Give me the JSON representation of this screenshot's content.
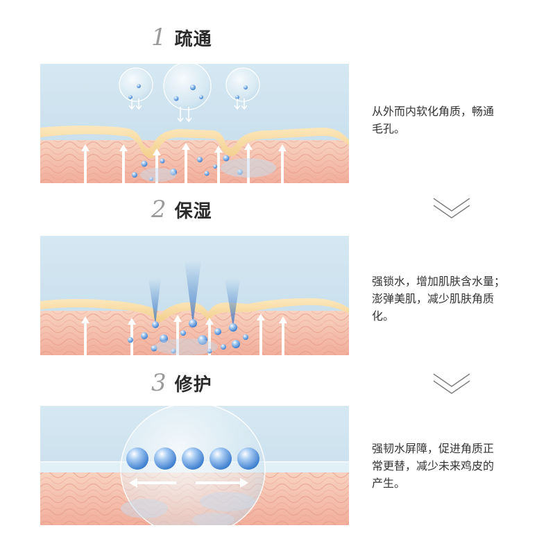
{
  "steps": [
    {
      "number": "1",
      "title": "疏通",
      "description": "从外而内软化角质，畅通\n毛孔。"
    },
    {
      "number": "2",
      "title": "保湿",
      "description": "强锁水，增加肌肤含水量；\n澎弹美肌，减少肌肤角质\n化。"
    },
    {
      "number": "3",
      "title": "修护",
      "description": "强韧水屏障，促进角质正\n常更替，减少未来鸡皮的\n产生。"
    }
  ],
  "icons": {
    "divider": "chevron-down-icon",
    "arrows": "arrow-icon"
  },
  "colors": {
    "sky": "#cde2ee",
    "skin_top": "#f6c9b5",
    "skin_bottom": "#f2b3a0",
    "skin_cell_lines": "#e99c8a",
    "stratum": "#f9dfa6",
    "droplet": "#6fa8e6",
    "divider_chevron": "#7d7d7d",
    "step_number": "#9a9a9a"
  }
}
